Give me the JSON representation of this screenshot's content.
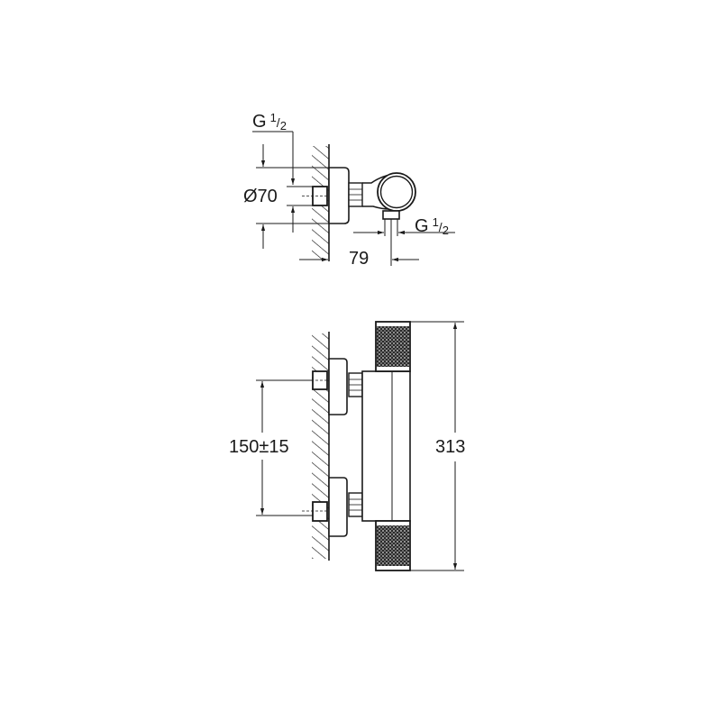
{
  "drawing": {
    "title": "Thermostatic shower mixer dimension drawing",
    "top_view": {
      "inlet_thread": {
        "prefix": "G",
        "num": "1",
        "slash": "/",
        "den": "2"
      },
      "diameter": "Ø70",
      "outlet_thread": {
        "prefix": "G",
        "num": "1",
        "slash": "/",
        "den": "2"
      },
      "projection": "79"
    },
    "front_view": {
      "inlet_spacing": "150±15",
      "height": "313"
    },
    "colors": {
      "line": "#1a1a1a",
      "dim": "#333333",
      "background": "#ffffff"
    }
  }
}
